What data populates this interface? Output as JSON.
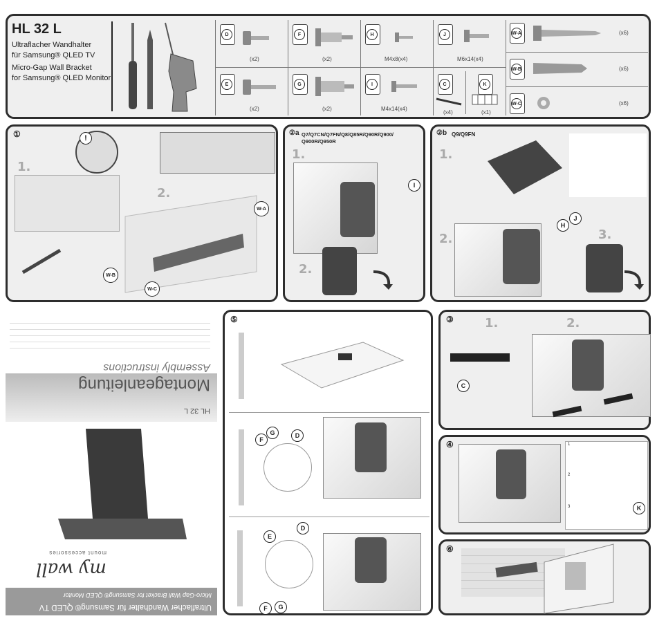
{
  "header": {
    "model": "HL 32 L",
    "desc1": "Ultraflacher Wandhalter",
    "desc2": "für Samsung® QLED TV",
    "desc3": "Micro-Gap Wall Bracket",
    "desc4": "for Samsung® QLED Monitor"
  },
  "parts": [
    {
      "id": "D",
      "qty": "(x2)"
    },
    {
      "id": "F",
      "qty": "(x2)"
    },
    {
      "id": "H",
      "qty": "M4x8(x4)"
    },
    {
      "id": "J",
      "qty": "M6x14(x4)"
    },
    {
      "id": "E",
      "qty": "(x2)"
    },
    {
      "id": "G",
      "qty": "(x2)"
    },
    {
      "id": "I",
      "qty": "M4x14(x4)"
    },
    {
      "id": "C",
      "qty": "(x4)"
    },
    {
      "id": "K",
      "qty": "(x1)"
    }
  ],
  "wall_parts": [
    {
      "id": "W-A",
      "qty": "(x6)"
    },
    {
      "id": "W-B",
      "qty": "(x6)"
    },
    {
      "id": "W-C",
      "qty": "(x6)"
    }
  ],
  "step1": {
    "num": "①",
    "s1": "1.",
    "s2": "2.",
    "wa": "W-A",
    "wb": "W-B",
    "wc": "W-C"
  },
  "step2a": {
    "num": "②a",
    "models1": "Q7/Q7CN/Q7FN/Q8/Q85R/Q90R/Q900/",
    "models2": "Q900R/Q950R",
    "s1": "1.",
    "s2": "2.",
    "part": "I"
  },
  "step2b": {
    "num": "②b",
    "models": "Q9/Q9FN",
    "s1": "1.",
    "s2": "2.",
    "s3": "3.",
    "h": "H",
    "j": "J"
  },
  "cover": {
    "title": "Montageanleitung",
    "subtitle": "Assembly instructions",
    "model": "HL 32 L",
    "brand": "my wall",
    "tagline": "mount accessories",
    "footer1": "Ultraflacher Wandhalter für Samsung® QLED TV",
    "footer2": "Micro-Gap Wall Bracket for Samsung® QLED Monitor"
  },
  "step5": {
    "num": "⑤",
    "d": "D",
    "e": "E",
    "f": "F",
    "g": "G"
  },
  "step3": {
    "num": "③",
    "s1": "1.",
    "s2": "2.",
    "c": "C"
  },
  "step4": {
    "num": "④",
    "k": "K",
    "n1": "1",
    "n2": "2",
    "n3": "3"
  },
  "step6": {
    "num": "⑥"
  }
}
